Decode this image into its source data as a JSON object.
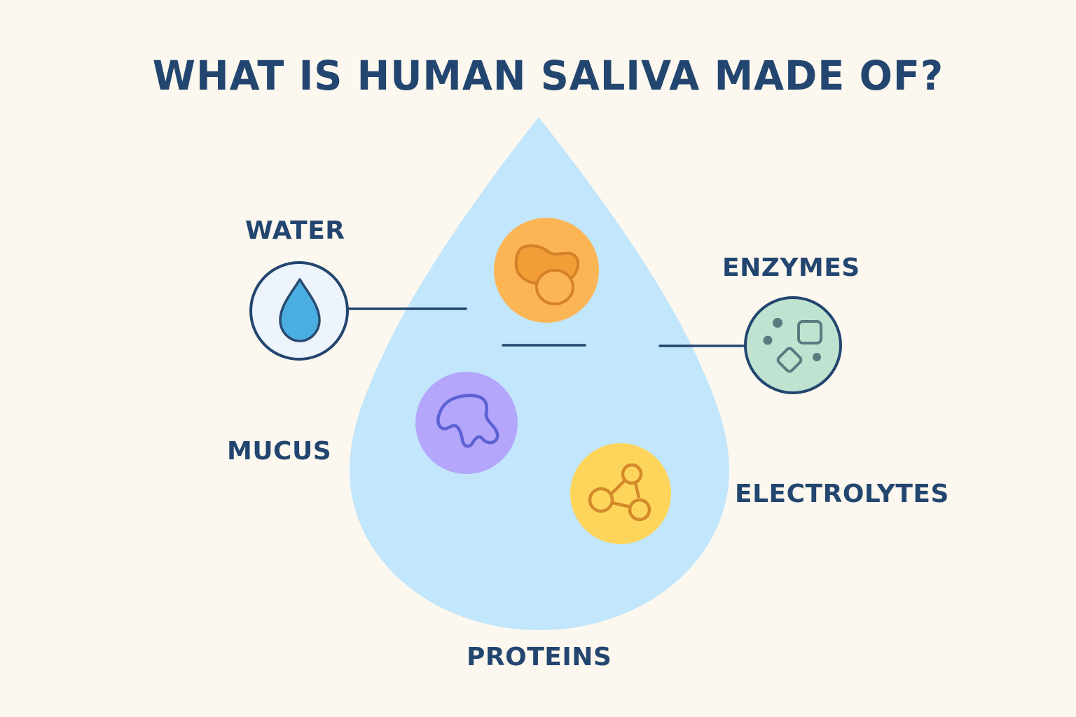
{
  "title": "WHAT IS HUMAN SALIVA MADE OF?",
  "components": [
    {
      "key": "water",
      "label": "WATER",
      "icon": "water-drop-icon",
      "color": "#4aaee0"
    },
    {
      "key": "enzymes",
      "label": "ENZYMES",
      "icon": "enzyme-particles-icon",
      "color": "#bfe3d0"
    },
    {
      "key": "mucus",
      "label": "MUCUS",
      "icon": "mucus-blob-icon",
      "color": "#b3a6fb"
    },
    {
      "key": "electrolytes",
      "label": "ELECTROLYTES",
      "icon": "molecule-icon",
      "color": "#fdd55a"
    },
    {
      "key": "proteins",
      "label": "PROTEINS",
      "icon": "protein-blob-icon",
      "color": "#fcb554"
    }
  ],
  "colors": {
    "background": "#fdf8ef",
    "drop": "#c2e6fb",
    "text": "#234670",
    "line": "#234670"
  }
}
